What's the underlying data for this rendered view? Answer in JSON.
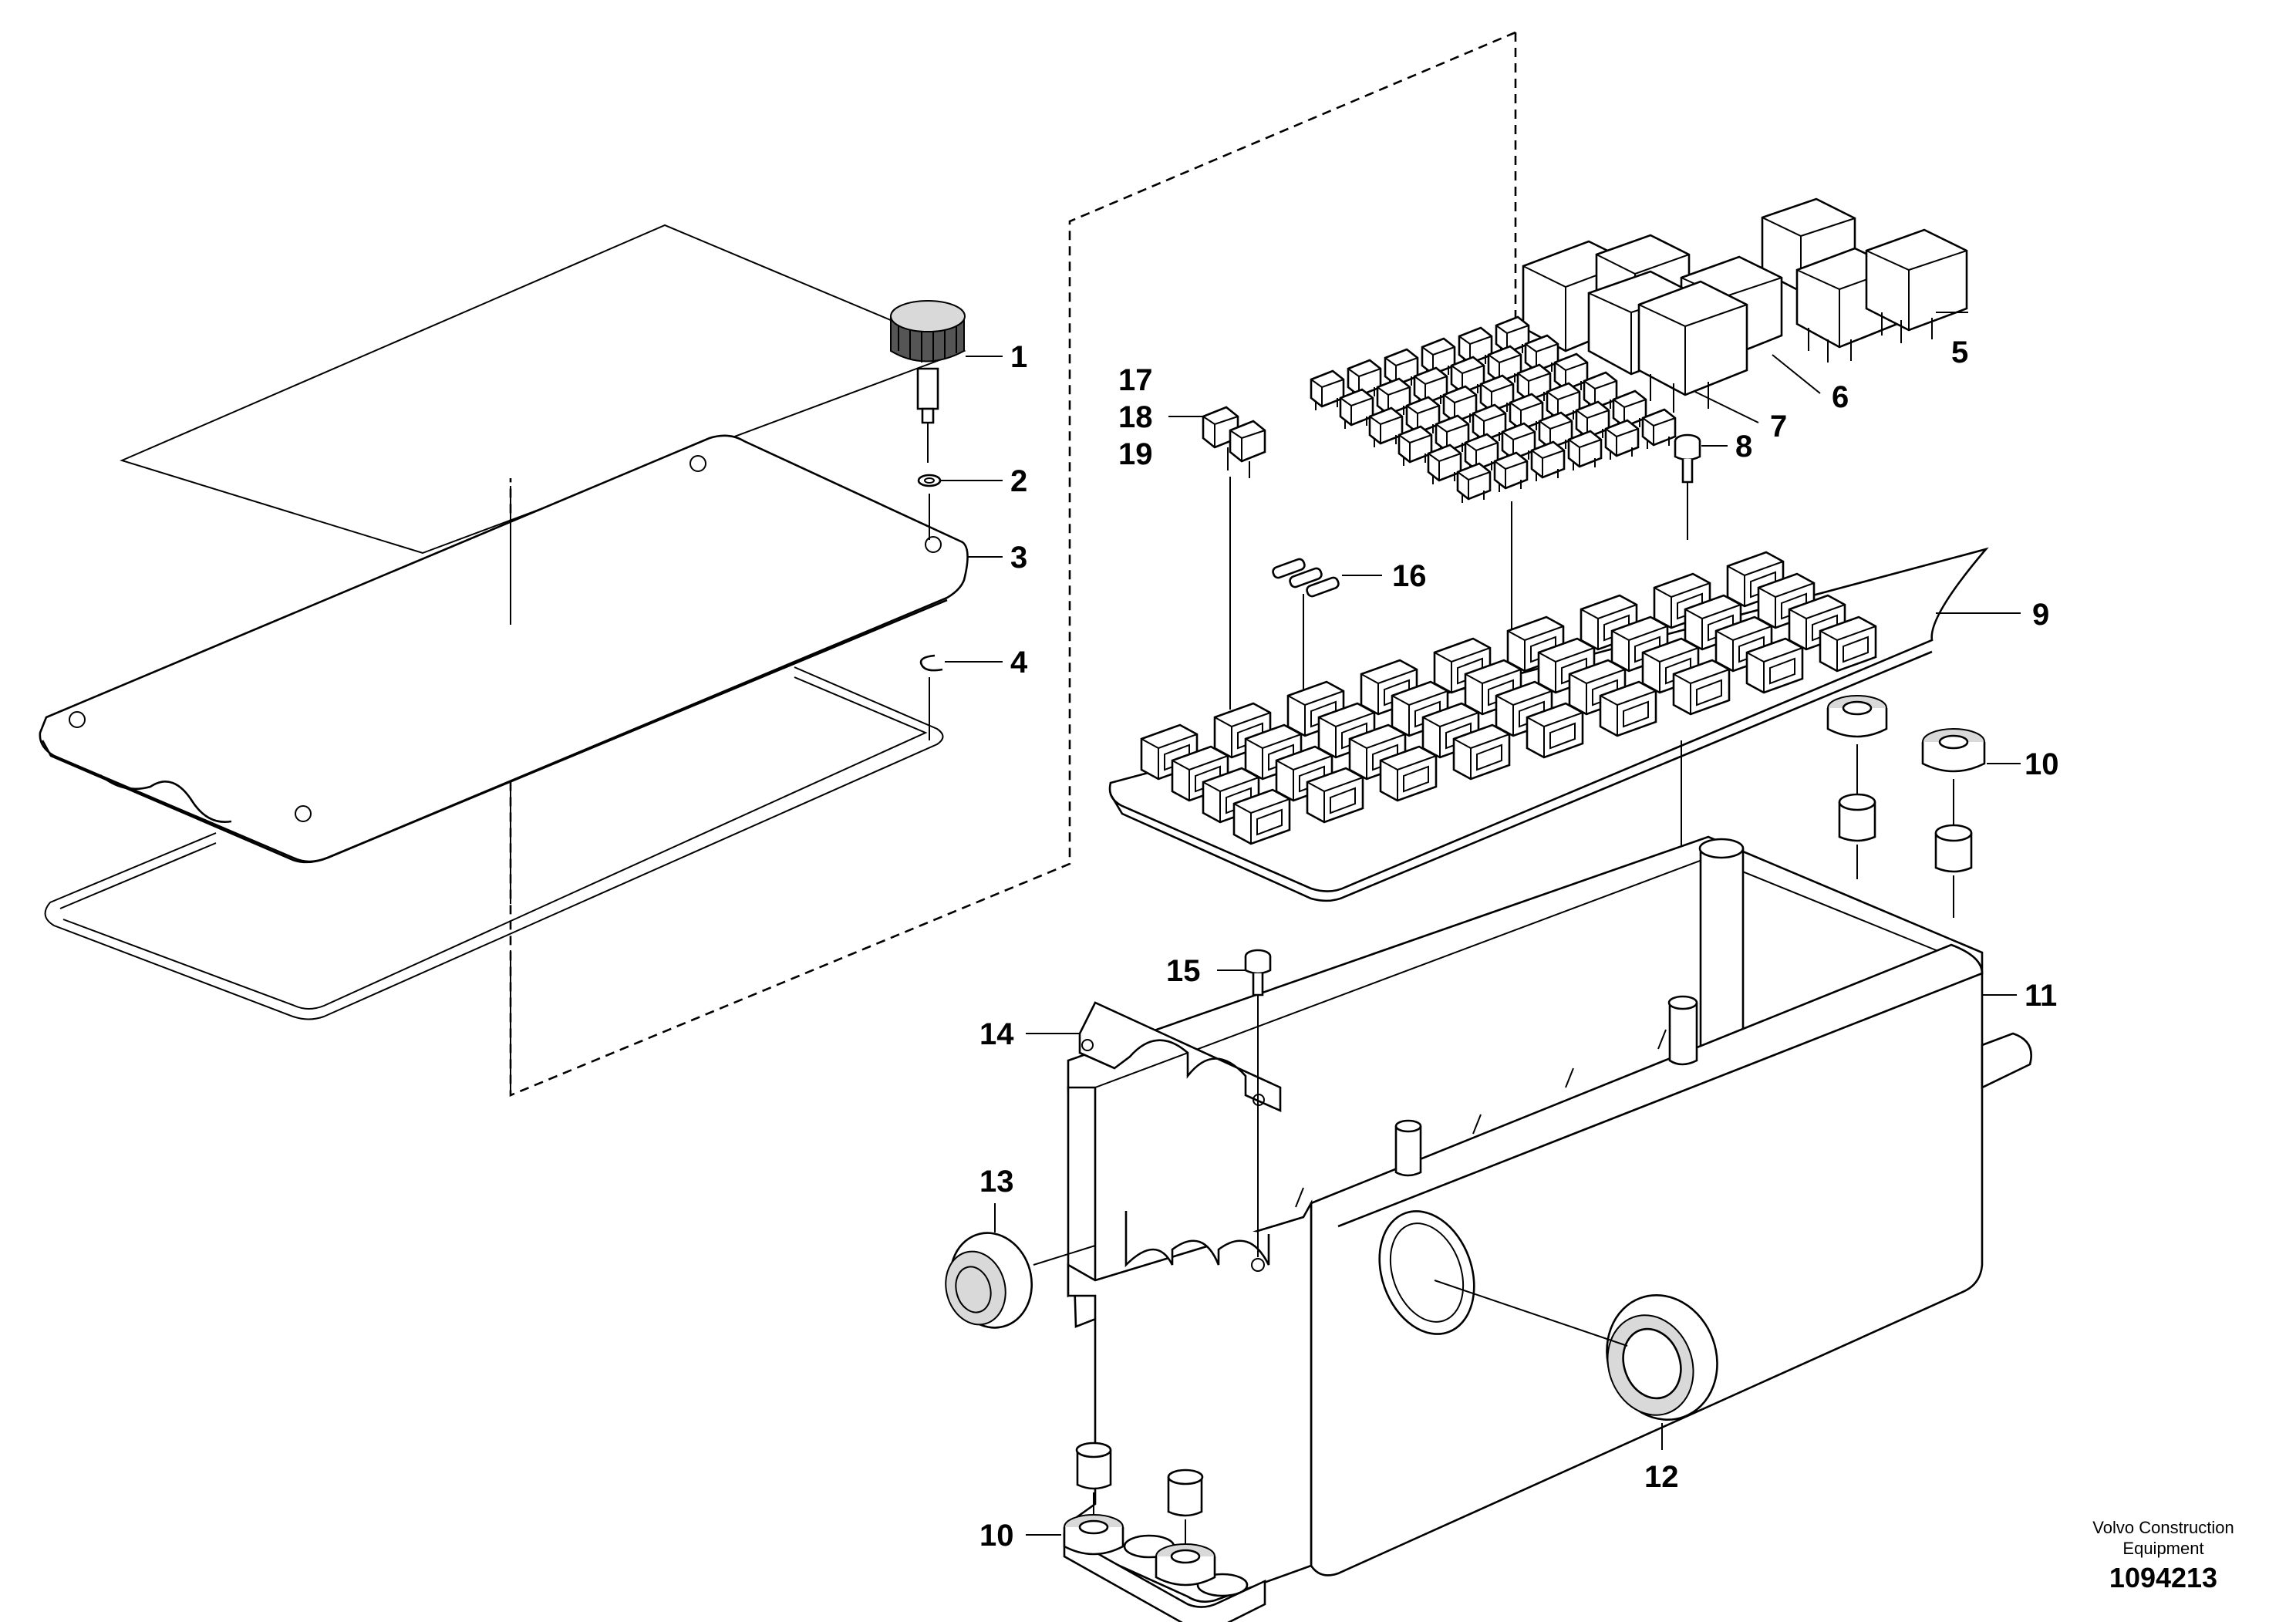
{
  "callouts": [
    {
      "id": "c1",
      "text": "1"
    },
    {
      "id": "c2",
      "text": "2"
    },
    {
      "id": "c3",
      "text": "3"
    },
    {
      "id": "c4",
      "text": "4"
    },
    {
      "id": "c5",
      "text": "5"
    },
    {
      "id": "c6",
      "text": "6"
    },
    {
      "id": "c7",
      "text": "7"
    },
    {
      "id": "c8",
      "text": "8"
    },
    {
      "id": "c9",
      "text": "9"
    },
    {
      "id": "c10a",
      "text": "10"
    },
    {
      "id": "c10b",
      "text": "10"
    },
    {
      "id": "c11",
      "text": "11"
    },
    {
      "id": "c12",
      "text": "12"
    },
    {
      "id": "c13",
      "text": "13"
    },
    {
      "id": "c14",
      "text": "14"
    },
    {
      "id": "c15",
      "text": "15"
    },
    {
      "id": "c16",
      "text": "16"
    },
    {
      "id": "c17",
      "text": "17"
    },
    {
      "id": "c18",
      "text": "18"
    },
    {
      "id": "c19",
      "text": "19"
    }
  ],
  "brand_line1": "Volvo Construction",
  "brand_line2": "Equipment",
  "drawing_number": "1094213"
}
